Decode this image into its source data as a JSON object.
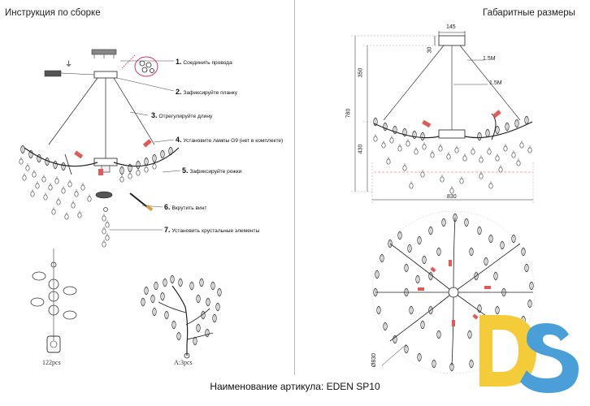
{
  "left_panel": {
    "heading": "Инструкция по сборке",
    "steps": [
      {
        "num": "1.",
        "text": "Соединить провода"
      },
      {
        "num": "2.",
        "text": "Зафиксируйте планку"
      },
      {
        "num": "3.",
        "text": "Отрегулируйте длину"
      },
      {
        "num": "4.",
        "text": "Установите лампы G9 (нет в комплекте)"
      },
      {
        "num": "5.",
        "text": "Зафиксируйте рожки"
      },
      {
        "num": "6.",
        "text": "Вкрутить винт"
      },
      {
        "num": "7.",
        "text": "Установить хрустальные элементы"
      }
    ],
    "captions": {
      "crystals": "122pcs",
      "arms": "A:3pcs"
    }
  },
  "right_panel": {
    "heading": "Габаритные размеры",
    "dimensions": {
      "canopy_width": "145",
      "canopy_height": "30",
      "cable_upper": "1.5M",
      "cable_lower": "1.5M",
      "suspension": "350",
      "total_height": "780",
      "body_height": "430",
      "width": "830",
      "diameter": "Ø830"
    }
  },
  "footer": {
    "article_name": "Наименование артикула: EDEN SP10"
  },
  "logo": {
    "text": "DS",
    "d_color": "#f4cc3a",
    "s_color": "#4a9fd8"
  }
}
